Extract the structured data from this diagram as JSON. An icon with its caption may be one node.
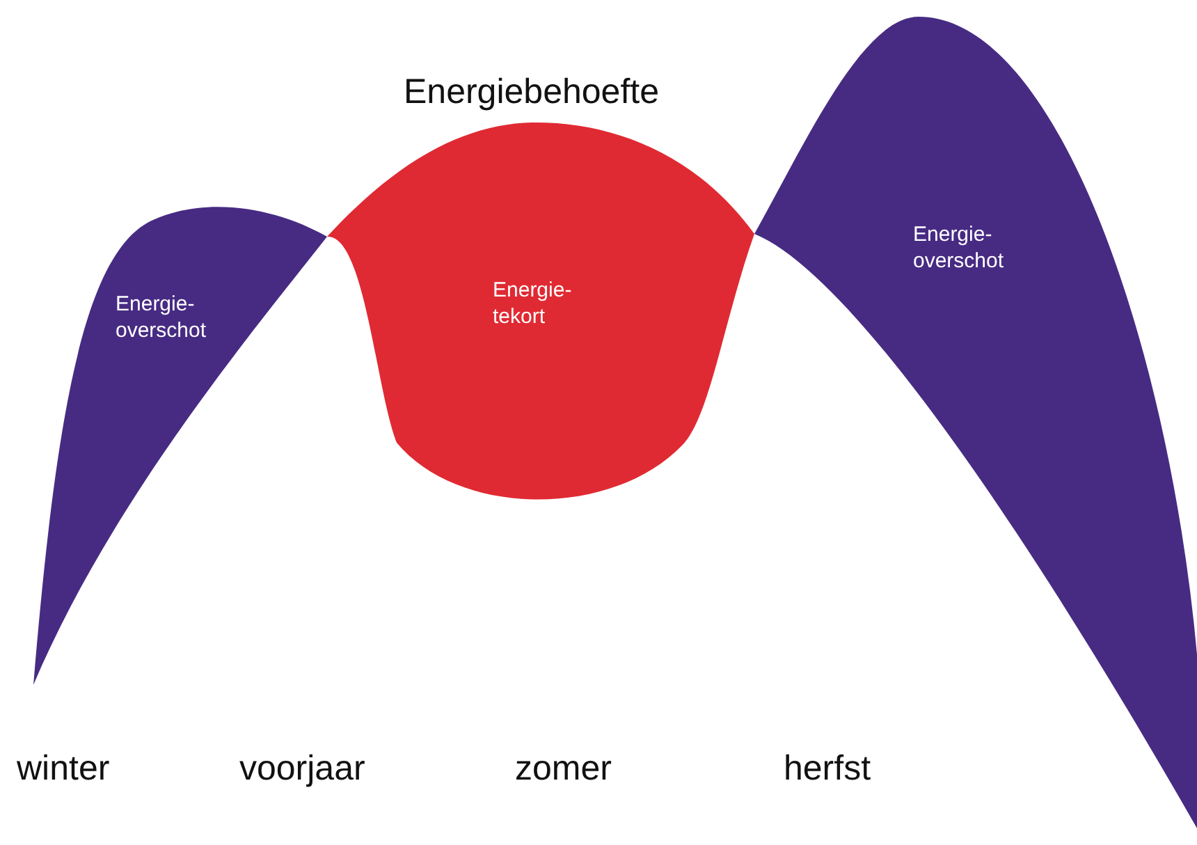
{
  "diagram": {
    "nodes": [
      {
        "text": [
          "Energie- overschot"
        ]
      },
      {
        "text": [
          "Energie- tekort"
        ]
      },
      {
        "text": [
          "Energie- overschot"
        ]
      }
    ],
    "labels": [
      "Energiebehoefte",
      "winter",
      "voorjaar",
      "zomer",
      "herfst"
    ]
  }
}
